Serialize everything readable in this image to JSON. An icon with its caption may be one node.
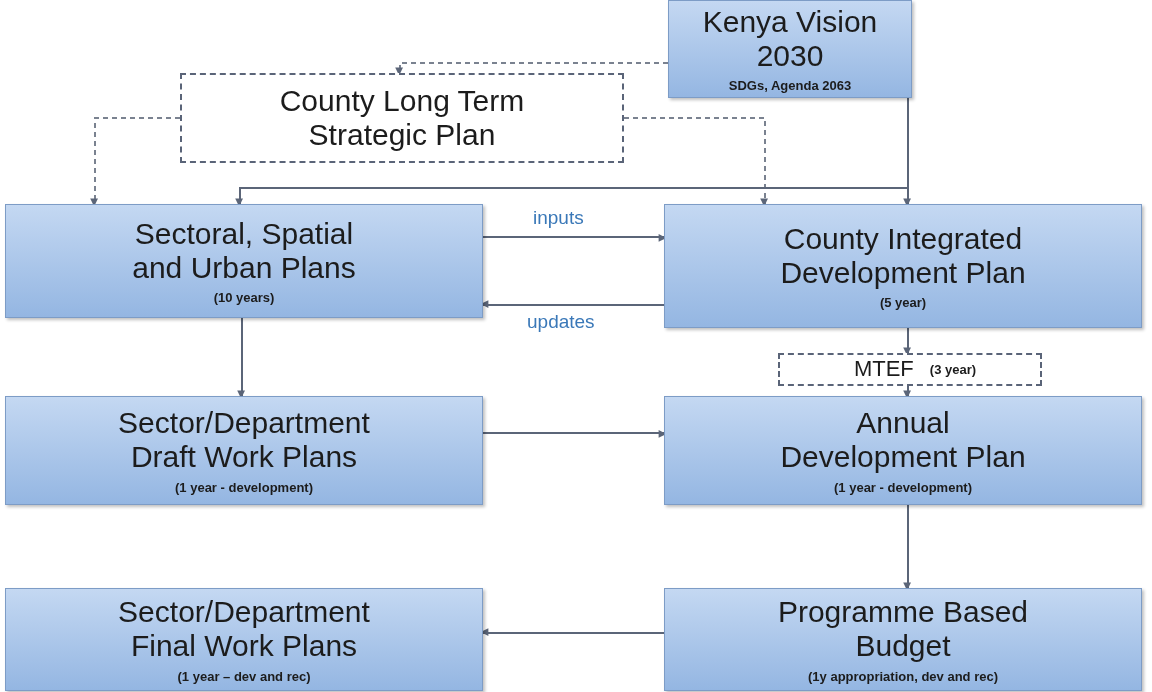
{
  "diagram": {
    "nodes": [
      {
        "text": [
          "Kenya Vision 2030",
          "SDGs, Agenda 2063"
        ]
      },
      {
        "text": [
          "County Long Term Strategic Plan"
        ]
      },
      {
        "text": [
          "Sectoral, Spatial and Urban Plans",
          "(10 years)"
        ]
      },
      {
        "text": [
          "County Integrated Development Plan",
          "(5 year)"
        ]
      },
      {
        "text": [
          "MTEF",
          "(3 year)"
        ]
      },
      {
        "text": [
          "Sector/Department Draft Work Plans",
          "(1 year - development)"
        ]
      },
      {
        "text": [
          "Annual Development Plan",
          "(1 year - development)"
        ]
      },
      {
        "text": [
          "Sector/Department Final Work Plans",
          "(1 year – dev and rec)"
        ]
      },
      {
        "text": [
          "Programme Based Budget",
          "(1y appropriation, dev and rec)"
        ]
      }
    ],
    "edges": [
      {
        "from": 0,
        "to": 1,
        "arrow": "to",
        "style": "dashed"
      },
      {
        "from": 1,
        "to": 2,
        "arrow": "to",
        "style": "dashed"
      },
      {
        "from": 1,
        "to": 3,
        "arrow": "to",
        "style": "dashed"
      },
      {
        "from": 0,
        "to": 2,
        "arrow": "to"
      },
      {
        "from": 0,
        "to": 3,
        "arrow": "to"
      },
      {
        "from": 2,
        "to": 3,
        "arrow": "to",
        "label": "inputs"
      },
      {
        "from": 3,
        "to": 2,
        "arrow": "to",
        "label": "updates"
      },
      {
        "from": 2,
        "to": 5,
        "arrow": "to"
      },
      {
        "from": 3,
        "to": 4,
        "arrow": "to"
      },
      {
        "from": 4,
        "to": 6,
        "arrow": "to"
      },
      {
        "from": 5,
        "to": 6,
        "arrow": "to"
      },
      {
        "from": 6,
        "to": 8,
        "arrow": "to"
      },
      {
        "from": 8,
        "to": 7,
        "arrow": "to"
      }
    ]
  }
}
